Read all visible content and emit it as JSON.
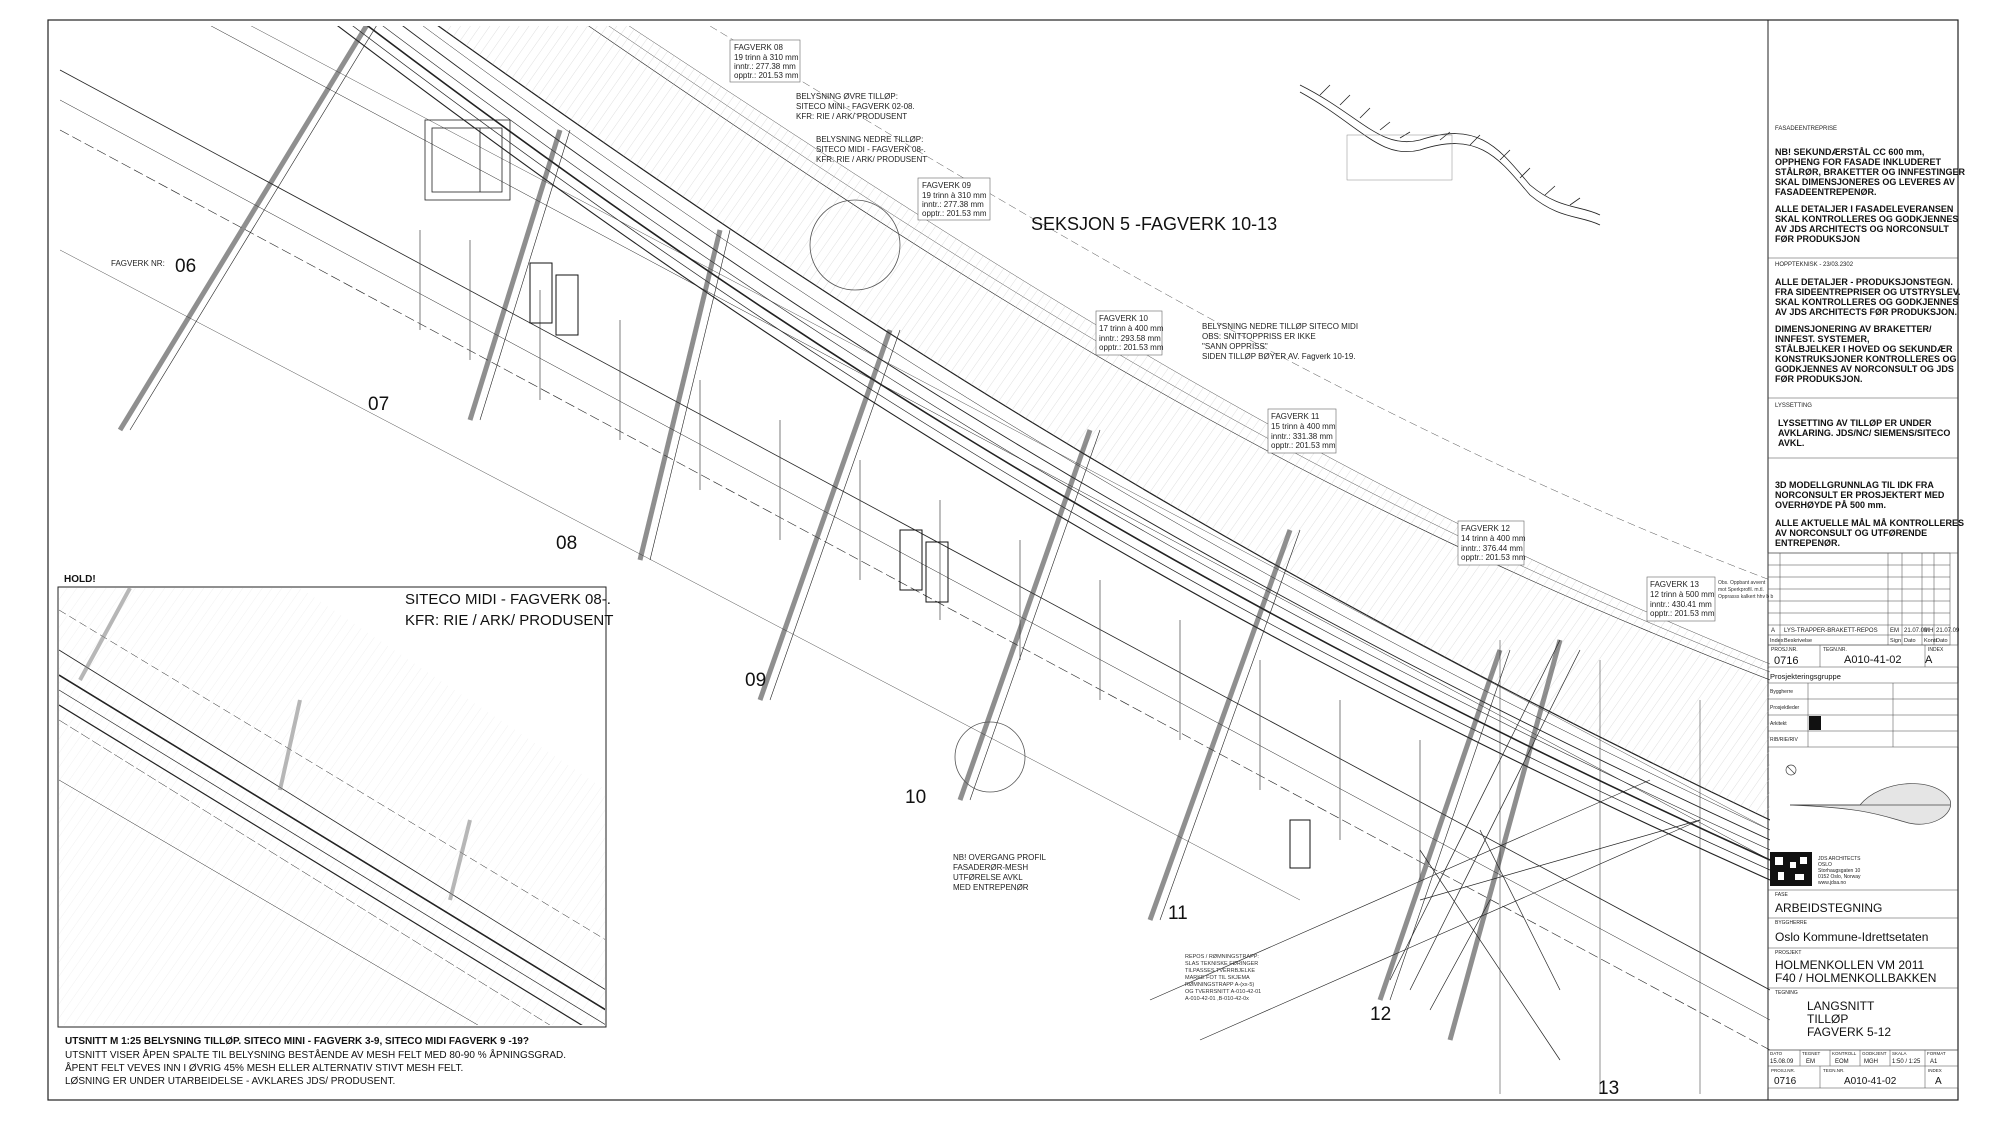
{
  "drawing": {
    "section_title": "SEKSJON 5 -FAGVERK 10-13",
    "fagverk_label": "FAGVERK NR:",
    "fagverk_numbers": [
      "06",
      "07",
      "08",
      "09",
      "10",
      "11",
      "12",
      "13"
    ],
    "callouts": [
      {
        "title": "FAGVERK 08",
        "lines": [
          "19 trinn à 310 mm",
          "inntr.: 277.38 mm",
          "opptr.: 201.53 mm"
        ]
      },
      {
        "title": "FAGVERK 09",
        "lines": [
          "19 trinn à 310 mm",
          "inntr.: 277.38 mm",
          "opptr.: 201.53 mm"
        ]
      },
      {
        "title": "FAGVERK 10",
        "lines": [
          "17 trinn à 400 mm",
          "inntr.: 293.58 mm",
          "opptr.: 201.53 mm"
        ]
      },
      {
        "title": "FAGVERK 11",
        "lines": [
          "15 trinn à 400 mm",
          "inntr.: 331.38 mm",
          "opptr.: 201.53 mm"
        ]
      },
      {
        "title": "FAGVERK 12",
        "lines": [
          "14 trinn à 400 mm",
          "inntr.: 376.44 mm",
          "opptr.: 201.53 mm"
        ]
      },
      {
        "title": "FAGVERK 13",
        "lines": [
          "12 trinn à 500 mm",
          "inntr.: 430.41 mm",
          "opptr.: 201.53 mm"
        ]
      }
    ],
    "notes": {
      "upper_lighting": [
        "BELYSNING ØVRE TILLØP:",
        "SITECO MINI - FAGVERK 02-08.",
        "KFR: RIE / ARK/ PRODUSENT"
      ],
      "lower_lighting": [
        "BELYSNING NEDRE TILLØP:",
        "SITECO MIDI - FAGVERK 08-.",
        "KFR: RIE / ARK/ PRODUSENT"
      ],
      "lower_midi": [
        "BELYSNING NEDRE TILLØP SITECO MIDI",
        "OBS:  SNITTOPPRISS ER IKKE",
        "\"SANN OPPRISS\"",
        "SIDEN TILLØP BØYER AV. Fagverk 10-19."
      ],
      "transition": [
        "NB! OVERGANG PROFIL",
        "FASADERØR-MESH",
        "UTFØRELSE AVKL",
        "MED ENTREPENØR"
      ],
      "repos": [
        "REPOS / RØMNINGSTRAPP:",
        "SLAS TEKNISKE FØRINGER",
        "TILPASSES TVERRBJELKE",
        "MARKE FOT TIL SKJEMA",
        "RØMNINGSTRAPP A-(xx-5)",
        "OG TVERRSNITT A-010-42-01",
        "A-010-42-01 ,B-010-42-0x"
      ],
      "obs_small": [
        "Obs. Oppbant avvent",
        "mot Sperkprofil. m.tl.",
        "Opprasss kalkert hhv b b"
      ]
    },
    "hold_label": "HOLD!",
    "inset_title_lines": [
      "SITECO MIDI - FAGVERK 08-.",
      "KFR: RIE / ARK/ PRODUSENT"
    ],
    "bottom_notes": [
      "UTSNITT M 1:25 BELYSNING TILLØP. SITECO MINI - FAGVERK 3-9, SITECO MIDI FAGVERK 9 -19?",
      "UTSNITT VISER ÅPEN SPALTE TIL BELYSNING BESTÅENDE AV MESH FELT MED 80-90 % ÅPNINGSGRAD.",
      "ÅPENT FELT VEVES INN I ØVRIG 45% MESH ELLER ALTERNATIV STIVT MESH FELT.",
      "LØSNING ER UNDER UTARBEIDELSE - AVKLARES JDS/ PRODUSENT."
    ]
  },
  "title_block": {
    "fasade_heading": "FASADEENTREPRISE",
    "fasade_text": [
      "NB! SEKUNDÆRSTÅL CC 600 mm,",
      "OPPHENG FOR FASADE INKLUDERET",
      "STÅLRØR, BRAKETTER OG INNFESTINGER",
      "SKAL DIMENSJONERES OG LEVERES AV",
      "FASADEENTREPENØR."
    ],
    "fasade_text2": [
      "ALLE DETALJER I FASADELEVERANSEN",
      "SKAL KONTROLLERES OG GODKJENNES",
      "AV JDS ARCHITECTS OG NORCONSULT",
      "FØR PRODUKSJON"
    ],
    "hopp_heading": "HOPPTEKNISK - 23/03.2302",
    "hopp_text": [
      "ALLE DETALJER - PRODUKSJONSTEGN.",
      "FRA SIDEENTREPRISER OG UTSTRYSLEV.",
      "SKAL KONTROLLERES OG GODKJENNES",
      "AV JDS ARCHITECTS FØR PRODUKSJON."
    ],
    "hopp_text2": [
      "DIMENSJONERING AV BRAKETTER/",
      "INNFEST. SYSTEMER,",
      "STÅLBJELKER I HOVED OG SEKUNDÆR",
      "KONSTRUKSJONER KONTROLLERES OG",
      "GODKJENNES AV NORCONSULT OG JDS",
      "FØR PRODUKSJON."
    ],
    "lys_heading": "LYSSETTING",
    "lys_text": [
      "LYSSETTING AV TILLØP ER UNDER",
      "AVKLARING.  JDS/NC/ SIEMENS/SITECO",
      "AVKL."
    ],
    "model_text": [
      "3D MODELLGRUNNLAG TIL IDK FRA",
      "NORCONSULT ER PROSJEKTERT MED",
      "OVERHØYDE PÅ 500 mm."
    ],
    "model_text2": [
      "ALLE AKTUELLE MÅL MÅ KONTROLLERES",
      "AV NORCONSULT OG UTFØRENDE",
      "ENTREPENØR."
    ],
    "revision": {
      "index": "A",
      "description": "LYS-TRAPPER-BRAKETT-REPOS",
      "sign": "EM",
      "date": "21.07.09",
      "ktr": "MH",
      "date2": "21.07.09"
    },
    "revision_headers": [
      "Index",
      "Beskrivelse",
      "Sign",
      "Dato",
      "Kontr",
      "Dato"
    ],
    "prosjekt_nr_label": "PROSJ.NR.",
    "prosjekt_nr": "0716",
    "tegn_nr_label": "TEGN.NR.",
    "tegn_nr": "A010-41-02",
    "index_label": "INDEX",
    "index": "A",
    "team_heading": "Prosjekteringsgruppe",
    "team_roles": [
      "Byggherre",
      "Prosjektleder",
      "Arkitekt",
      "RIB/RIE/RIV"
    ],
    "firm_lines": [
      "JDS ARCHITECTS",
      "OSLO",
      "Storhaugsgaten 10",
      "0152 Oslo, Norway",
      "www.jdsa.no"
    ],
    "fase_label": "FASE",
    "fase": "ARBEIDSTEGNING",
    "byggherre_label": "BYGGHERRE",
    "byggherre": "Oslo Kommune-Idrettsetaten",
    "prosjekt_label": "PROSJEKT",
    "prosjekt_line1": "HOLMENKOLLEN VM 2011",
    "prosjekt_line2": "F40 / HOLMENKOLLBAKKEN",
    "tegning_label": "TEGNING",
    "tegning_lines": [
      "LANGSNITT",
      "TILLØP",
      "FAGVERK 5-12"
    ],
    "footer": {
      "dato_label": "DATO",
      "dato": "15.08.09",
      "tegnet_label": "TEGNET",
      "tegnet": "EM",
      "kontroll_label": "KONTROLL",
      "kontroll": "EOM",
      "godkjent_label": "GODKJENT",
      "godkjent": "MGH",
      "skala_label": "SKALA",
      "skala": "1:50 / 1:25",
      "format_label": "FORMAT",
      "format": "A1",
      "prosjekt_nr": "0716",
      "tegn_nr": "A010-41-02",
      "index": "A"
    }
  }
}
